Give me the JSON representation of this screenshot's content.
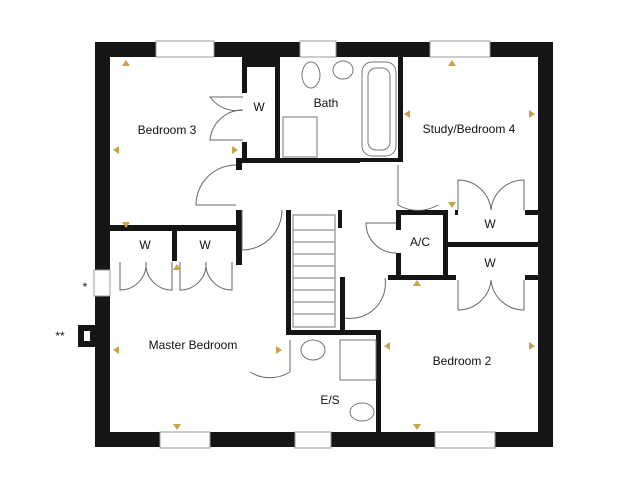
{
  "title": "First Floor Plan",
  "rooms": {
    "bedroom3": "Bedroom 3",
    "bath": "Bath",
    "study": "Study/Bedroom 4",
    "master": "Master Bedroom",
    "bedroom2": "Bedroom 2",
    "ensuite": "E/S",
    "airing": "A/C",
    "wardrobe": "W"
  },
  "notes": {
    "single": "*",
    "double": "**"
  },
  "colors": {
    "wall": "#151515",
    "marker": "#c9a24a"
  }
}
